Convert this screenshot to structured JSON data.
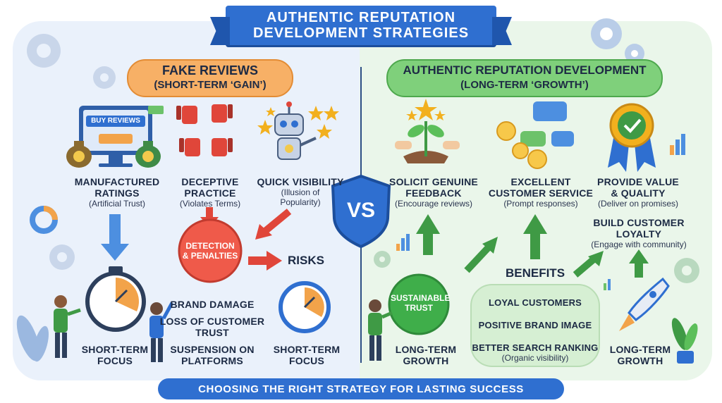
{
  "title": {
    "line1": "AUTHENTIC REPUTATION",
    "line2": "DEVELOPMENT STRATEGIES"
  },
  "left": {
    "heading1": "FAKE REVIEWS",
    "heading2": "(SHORT-TERM ‘GAIN’)",
    "buy_reviews_label": "BUY REVIEWS",
    "items": [
      {
        "title1": "MANUFACTURED",
        "title2": "RATINGS",
        "sub1": "(Artificial Trust)"
      },
      {
        "title1": "DECEPTIVE",
        "title2": "PRACTICE",
        "sub1": "(Violates Terms)"
      },
      {
        "title1": "QUICK VISIBILITY",
        "sub1": "(Illusion of",
        "sub2": "Popularity)"
      }
    ],
    "detection1": "DETECTION",
    "detection2": "& PENALTIES",
    "risks": "RISKS",
    "risk_list": [
      {
        "l1": "BRAND DAMAGE"
      },
      {
        "l1": "LOSS OF CUSTOMER",
        "l2": "TRUST"
      },
      {
        "l1": "SUSPENSION ON",
        "l2": "PLATFORMS"
      }
    ],
    "focus_left1": "SHORT-TERM",
    "focus_left2": "FOCUS",
    "focus_right1": "SHORT-TERM",
    "focus_right2": "FOCUS"
  },
  "vs": "VS",
  "right": {
    "heading1": "AUTHENTIC REPUTATION DEVELOPMENT",
    "heading2": "(LONG-TERM ‘GROWTH’)",
    "items": [
      {
        "title1": "SOLICIT GENUINE",
        "title2": "FEEDBACK",
        "sub1": "(Encourage reviews)"
      },
      {
        "title1": "EXCELLENT",
        "title2": "CUSTOMER SERVICE",
        "sub1": "(Prompt responses)"
      },
      {
        "title1": "PROVIDE VALUE",
        "title2": "& QUALITY",
        "sub1": "(Deliver on promises)"
      }
    ],
    "loyalty1": "BUILD CUSTOMER",
    "loyalty2": "LOYALTY",
    "loyalty_sub": "(Engage with community)",
    "trust1": "SUSTAINABLE",
    "trust2": "TRUST",
    "benefits": "BENEFITS",
    "benefit_list": [
      "LOYAL CUSTOMERS",
      "POSITIVE BRAND IMAGE",
      "BETTER SEARCH RANKING"
    ],
    "benefit_sub": "(Organic visibility)",
    "growth_left1": "LONG-TERM",
    "growth_left2": "GROWTH",
    "growth_right1": "LONG-TERM",
    "growth_right2": "GROWTH"
  },
  "footer": "CHOOSING THE RIGHT STRATEGY FOR LASTING SUCCESS",
  "colors": {
    "blue": "#2f6fd0",
    "orange": "#f7b066",
    "green": "#7fd07b",
    "red": "#e0463a",
    "dark_green": "#3f9a45",
    "navy": "#1c2a44"
  }
}
